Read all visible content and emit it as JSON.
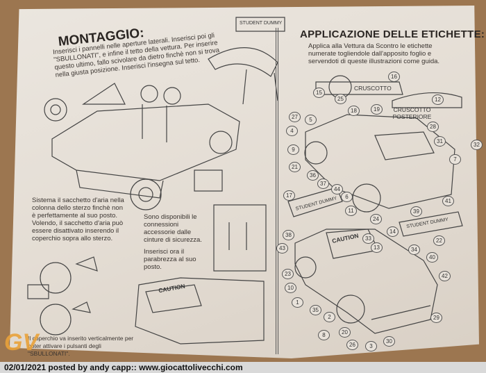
{
  "left": {
    "title": "MONTAGGIO:",
    "intro": "Inserisci i pannelli nelle aperture laterali. Inserisci poi gli \"SBULLONATI\", e infine il tetto della vettura. Per inserire questo ultimo, fallo scivolare da dietro finchè non si trova nella giusta posizione. Inserisci l'insegna sul tetto.",
    "airbag": "Sistema il sacchetto d'aria nella colonna dello sterzo finchè non è perfettamente al suo posto. Volendo, il sacchetto d'aria può essere disattivato inserendo il coperchio sopra allo sterzo.",
    "connections": "Sono disponibili le connessioni accessorie dalle cinture di sicurezza.",
    "windshield": "Inserisci ora il parabrezza al suo posto.",
    "cover": "Il coperchio va inserito verticalmente per poter attivare i pulsanti degli \"SBULLONATI\".",
    "sign": "STUDENT DUMMY",
    "caution": "CAUTION"
  },
  "right": {
    "title": "APPLICAZIONE DELLE ETICHETTE:",
    "intro": "Applica alla Vettura da Scontro le etichette numerate togliendole dall'apposito foglio e servendoti di queste illustrazioni come guida.",
    "dashboard": "CRUSCOTTO",
    "rear_dashboard": "CRUSCOTTO POSTERIORE",
    "sign": "STUDENT DUMMY",
    "caution": "CAUTION",
    "callouts": [
      "15",
      "25",
      "16",
      "12",
      "18",
      "19",
      "27",
      "5",
      "4",
      "28",
      "31",
      "32",
      "9",
      "7",
      "21",
      "36",
      "37",
      "44",
      "17",
      "6",
      "11",
      "24",
      "39",
      "41",
      "22",
      "38",
      "14",
      "33",
      "13",
      "43",
      "34",
      "40",
      "23",
      "42",
      "10",
      "1",
      "35",
      "2",
      "29",
      "8",
      "20",
      "26",
      "3",
      "30"
    ]
  },
  "watermark": "GV",
  "caption": "02/01/2021 posted by andy capp:: www.giocattolivecchi.com"
}
